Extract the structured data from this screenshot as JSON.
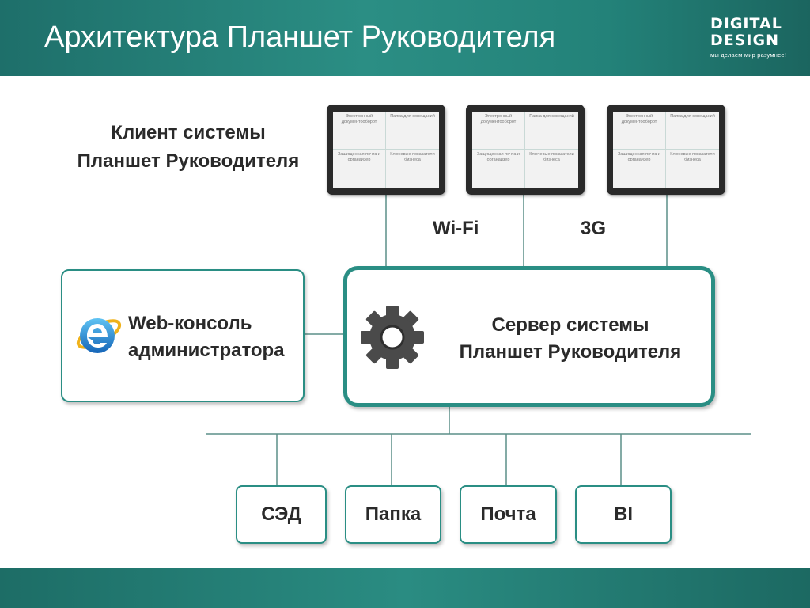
{
  "header": {
    "title": "Архитектура Планшет Руководителя",
    "logo_line1": "DIGITAL",
    "logo_line2": "DESIGN",
    "logo_tagline": "мы делаем мир разумнее!"
  },
  "client": {
    "label_line1": "Клиент системы",
    "label_line2": "Планшет Руководителя"
  },
  "tablets": [
    {
      "cells": [
        "Электронный документооборот",
        "Папка для совещаний",
        "Защищенная почта и органайзер",
        "Ключевые показатели бизнеса"
      ]
    },
    {
      "cells": [
        "Электронный документооборот",
        "Папка для совещаний",
        "Защищенная почта и органайзер",
        "Ключевые показатели бизнеса"
      ]
    },
    {
      "cells": [
        "Электронный документооборот",
        "Папка для совещаний",
        "Защищенная почта и органайзер",
        "Ключевые показатели бизнеса"
      ]
    }
  ],
  "network": {
    "wifi": "Wi-Fi",
    "g3": "3G"
  },
  "web_console": {
    "line1": "Web-консоль",
    "line2": "администратора",
    "icon": "ie-browser-icon"
  },
  "server": {
    "line1": "Сервер системы",
    "line2": "Планшет Руководителя",
    "icon": "gear-icon"
  },
  "systems": [
    "СЭД",
    "Папка",
    "Почта",
    "BI"
  ],
  "colors": {
    "header_teal": "#2b8e84",
    "box_border": "#2a8e84",
    "line_color": "#5b8f88",
    "text_dark": "#2a2a2a"
  }
}
